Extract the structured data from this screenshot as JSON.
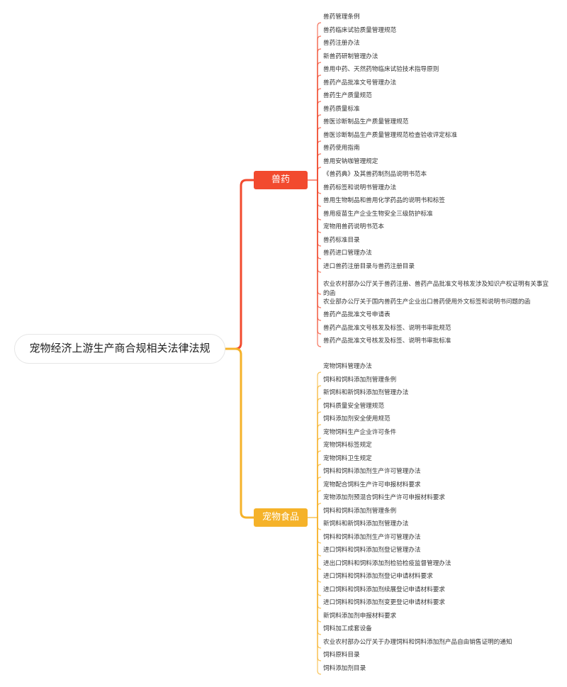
{
  "root": {
    "label": "宠物经济上游生产商合规相关法律法规"
  },
  "colors": {
    "branch_0": "#f24a2e",
    "branch_1": "#f5b229",
    "root_border": "#e6e6e6"
  },
  "branches": [
    {
      "label": "兽药",
      "children": [
        "兽药管理条例",
        "兽药临床试验质量管理规范",
        "兽药注册办法",
        "新兽药研制管理办法",
        "兽用中药、天然药物临床试验技术指导原则",
        "兽药产品批准文号管理办法",
        "兽药生产质量规范",
        "兽药质量标准",
        "兽医诊断制品生产质量管理规范",
        "兽医诊断制品生产质量管理规范检查验收评定标准",
        "兽药使用指南",
        "兽用安钠咖管理规定",
        "《兽药典》及其兽药制剂品说明书范本",
        "兽药标签和说明书管理办法",
        "兽用生物制品和兽用化学药品的说明书和标签",
        "兽用疫苗生产企业生物安全三级防护标准",
        "宠物用兽药说明书范本",
        "兽药标准目录",
        "兽药进口管理办法",
        "进口兽药注册目录与兽药注册目录",
        "农业农村部办公厅关于兽药注册、兽药产品批准文号核发涉及知识产权证明有关事宜的函",
        "农业部办公厅关于国内兽药生产企业出口兽药使用外文标签和说明书问题的函",
        "兽药产品批准文号申请表",
        "兽药产品批准文号核发及标签、说明书审批规范",
        "兽药产品批准文号核发及标签、说明书审批标准"
      ]
    },
    {
      "label": "宠物食品",
      "children": [
        "宠物饲料管理办法",
        "饲料和饲料添加剂管理条例",
        "新饲料和新饲料添加剂管理办法",
        "饲料质量安全管理规范",
        "饲料添加剂安全使用规范",
        "宠物饲料生产企业许可条件",
        "宠物饲料标签规定",
        "宠物饲料卫生规定",
        "饲料和饲料添加剂生产许可管理办法",
        "宠物配合饲料生产许可申报材料要求",
        "宠物添加剂预混合饲料生产许可申报材料要求",
        "饲料和饲料添加剂管理条例",
        "新饲料和新饲料添加剂管理办法",
        "饲料和饲料添加剂生产许可管理办法",
        "进口饲料和饲料添加剂登记管理办法",
        "进出口饲料和饲料添加剂检验检疫监督管理办法",
        "进口饲料和饲料添加剂登记申请材料要求",
        "进口饲料和饲料添加剂续展登记申请材料要求",
        "进口饲料和饲料添加剂变更登记申请材料要求",
        "新饲料添加剂申报材料要求",
        "饲料加工成套设备",
        "农业农村部办公厅关于办理饲料和饲料添加剂产品自由销售证明的通知",
        "饲料原料目录",
        "饲料添加剂目录"
      ]
    }
  ]
}
